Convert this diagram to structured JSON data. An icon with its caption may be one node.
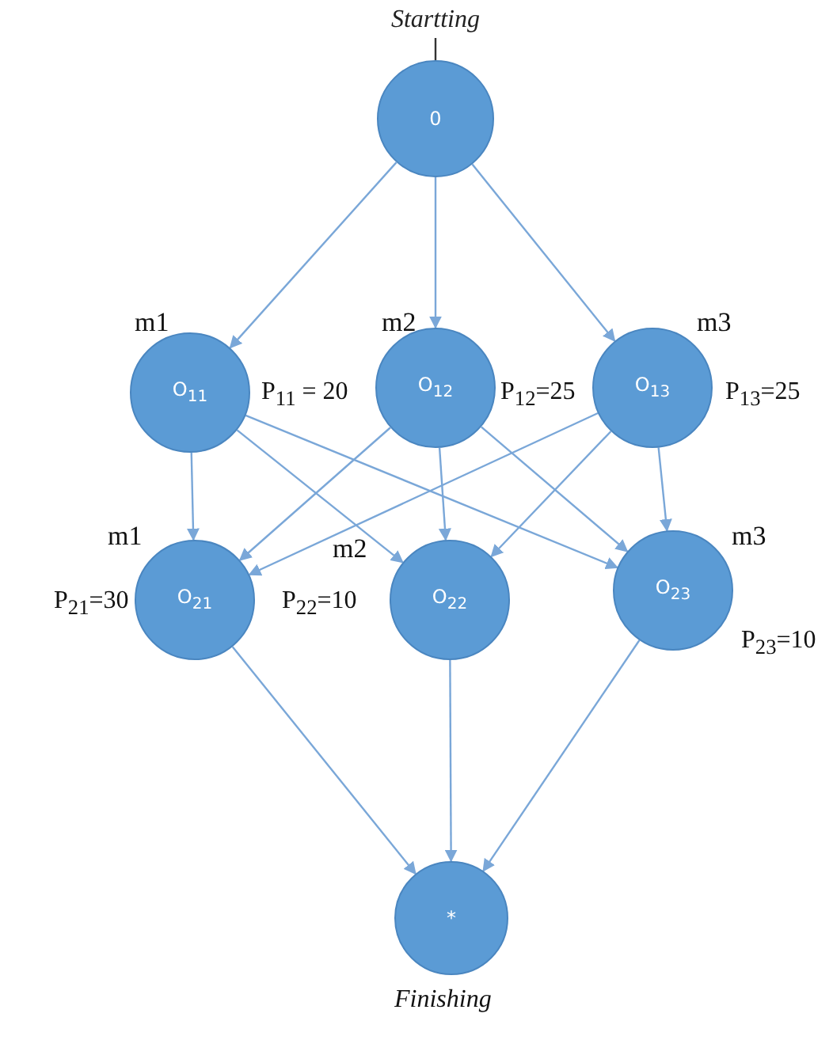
{
  "diagram": {
    "nodes": [
      {
        "text": [
          "Startting"
        ]
      },
      {
        "text": [
          "0"
        ]
      },
      {
        "text": [
          "O$_{11}$"
        ],
        "beside": [
          "m1",
          "P$_{11}$ = 20"
        ]
      },
      {
        "text": [
          "O$_{12}$"
        ],
        "beside": [
          "m2",
          "P$_{12}$=25"
        ]
      },
      {
        "text": [
          "O$_{13}$"
        ],
        "beside": [
          "m3",
          "P$_{13}$=25"
        ]
      },
      {
        "text": [
          "O$_{21}$"
        ],
        "beside": [
          "m1",
          "P$_{21}$=30"
        ]
      },
      {
        "text": [
          "O$_{22}$"
        ],
        "beside": [
          "m2",
          "P$_{22}$=10"
        ]
      },
      {
        "text": [
          "O$_{23}$"
        ],
        "beside": [
          "m3",
          "P$_{23}$=10"
        ]
      },
      {
        "text": [
          "*"
        ],
        "beside": [
          "Finishing"
        ]
      }
    ],
    "edges": [
      {
        "from": 0,
        "to": 1,
        "arrow": "none",
        "color": "#333333"
      },
      {
        "from": 1,
        "to": 2,
        "arrow": "to"
      },
      {
        "from": 1,
        "to": 3,
        "arrow": "to"
      },
      {
        "from": 1,
        "to": 4,
        "arrow": "to"
      },
      {
        "from": 2,
        "to": 5,
        "arrow": "to"
      },
      {
        "from": 2,
        "to": 6,
        "arrow": "to"
      },
      {
        "from": 2,
        "to": 7,
        "arrow": "to"
      },
      {
        "from": 3,
        "to": 5,
        "arrow": "to"
      },
      {
        "from": 3,
        "to": 6,
        "arrow": "to"
      },
      {
        "from": 3,
        "to": 7,
        "arrow": "to"
      },
      {
        "from": 4,
        "to": 5,
        "arrow": "to"
      },
      {
        "from": 4,
        "to": 6,
        "arrow": "to"
      },
      {
        "from": 4,
        "to": 7,
        "arrow": "to"
      },
      {
        "from": 5,
        "to": 8,
        "arrow": "to"
      },
      {
        "from": 6,
        "to": 8,
        "arrow": "to"
      },
      {
        "from": 7,
        "to": 8,
        "arrow": "to"
      }
    ]
  }
}
